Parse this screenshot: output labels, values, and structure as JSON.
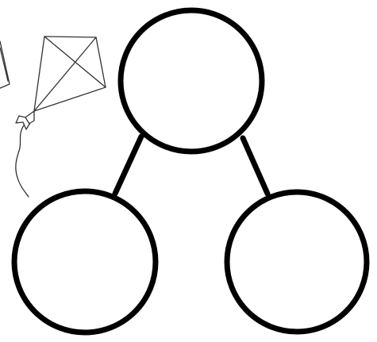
{
  "diagram": {
    "type": "number-bond",
    "nodes": [
      {
        "id": "whole",
        "role": "top",
        "label": ""
      },
      {
        "id": "part-left",
        "role": "bottom-left",
        "label": ""
      },
      {
        "id": "part-right",
        "role": "bottom-right",
        "label": ""
      }
    ],
    "edges": [
      {
        "from": "whole",
        "to": "part-left"
      },
      {
        "from": "whole",
        "to": "part-right"
      }
    ],
    "colors": {
      "stroke": "#000000",
      "fill": "#ffffff",
      "kite_stroke": "#333333"
    },
    "decorations": [
      {
        "icon": "kite-icon",
        "count": 2
      }
    ]
  }
}
